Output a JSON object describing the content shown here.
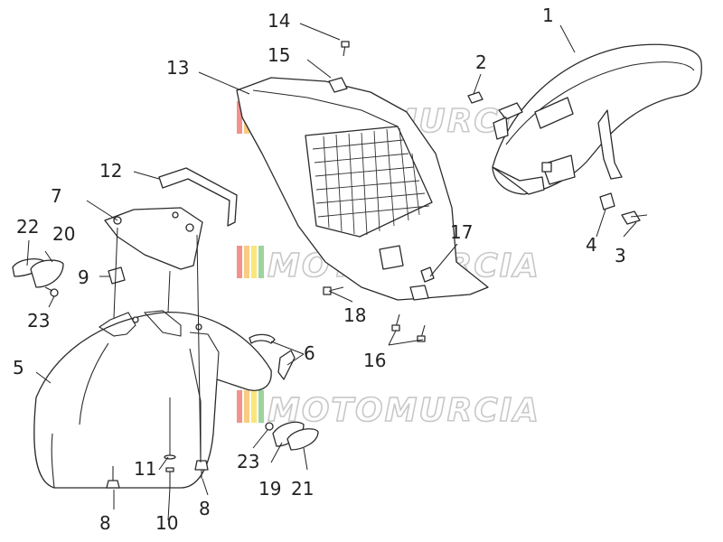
{
  "watermark": {
    "text": "MOTOMURCIA",
    "colors": [
      "#e63b2e",
      "#f6a21a",
      "#f5d20f",
      "#4caf50"
    ]
  },
  "labels": [
    {
      "id": "1",
      "text": "1"
    },
    {
      "id": "2",
      "text": "2"
    },
    {
      "id": "3",
      "text": "3"
    },
    {
      "id": "4",
      "text": "4"
    },
    {
      "id": "5",
      "text": "5"
    },
    {
      "id": "6",
      "text": "6"
    },
    {
      "id": "7",
      "text": "7"
    },
    {
      "id": "8a",
      "text": "8"
    },
    {
      "id": "8b",
      "text": "8"
    },
    {
      "id": "9",
      "text": "9"
    },
    {
      "id": "10",
      "text": "10"
    },
    {
      "id": "11",
      "text": "11"
    },
    {
      "id": "12",
      "text": "12"
    },
    {
      "id": "13",
      "text": "13"
    },
    {
      "id": "14",
      "text": "14"
    },
    {
      "id": "15",
      "text": "15"
    },
    {
      "id": "16",
      "text": "16"
    },
    {
      "id": "17",
      "text": "17"
    },
    {
      "id": "18",
      "text": "18"
    },
    {
      "id": "19",
      "text": "19"
    },
    {
      "id": "20",
      "text": "20"
    },
    {
      "id": "21",
      "text": "21"
    },
    {
      "id": "22",
      "text": "22"
    },
    {
      "id": "23a",
      "text": "23"
    },
    {
      "id": "23b",
      "text": "23"
    }
  ]
}
